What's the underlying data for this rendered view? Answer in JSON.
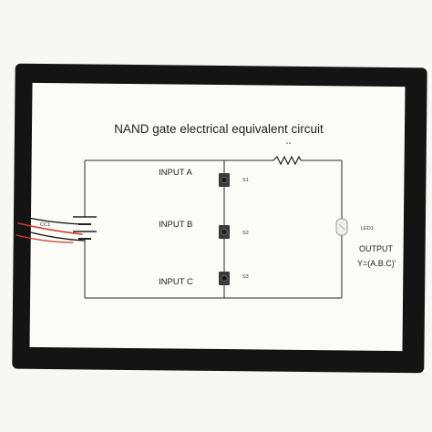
{
  "diagram": {
    "title": "NAND gate electrical equivalent circuit",
    "inputs": [
      {
        "label": "INPUT A",
        "switch": "S1"
      },
      {
        "label": "INPUT B",
        "switch": "S2"
      },
      {
        "label": "INPUT C",
        "switch": "S3"
      }
    ],
    "source_label": "CC1",
    "led_label": "LED1",
    "output_label": "OUTPUT",
    "output_expr": "Y=(A.B.C)'"
  },
  "colors": {
    "board": "#141414",
    "paper": "#fbfbf8",
    "wire": "#2a2a2a",
    "lead_red": "#d23a2a"
  }
}
